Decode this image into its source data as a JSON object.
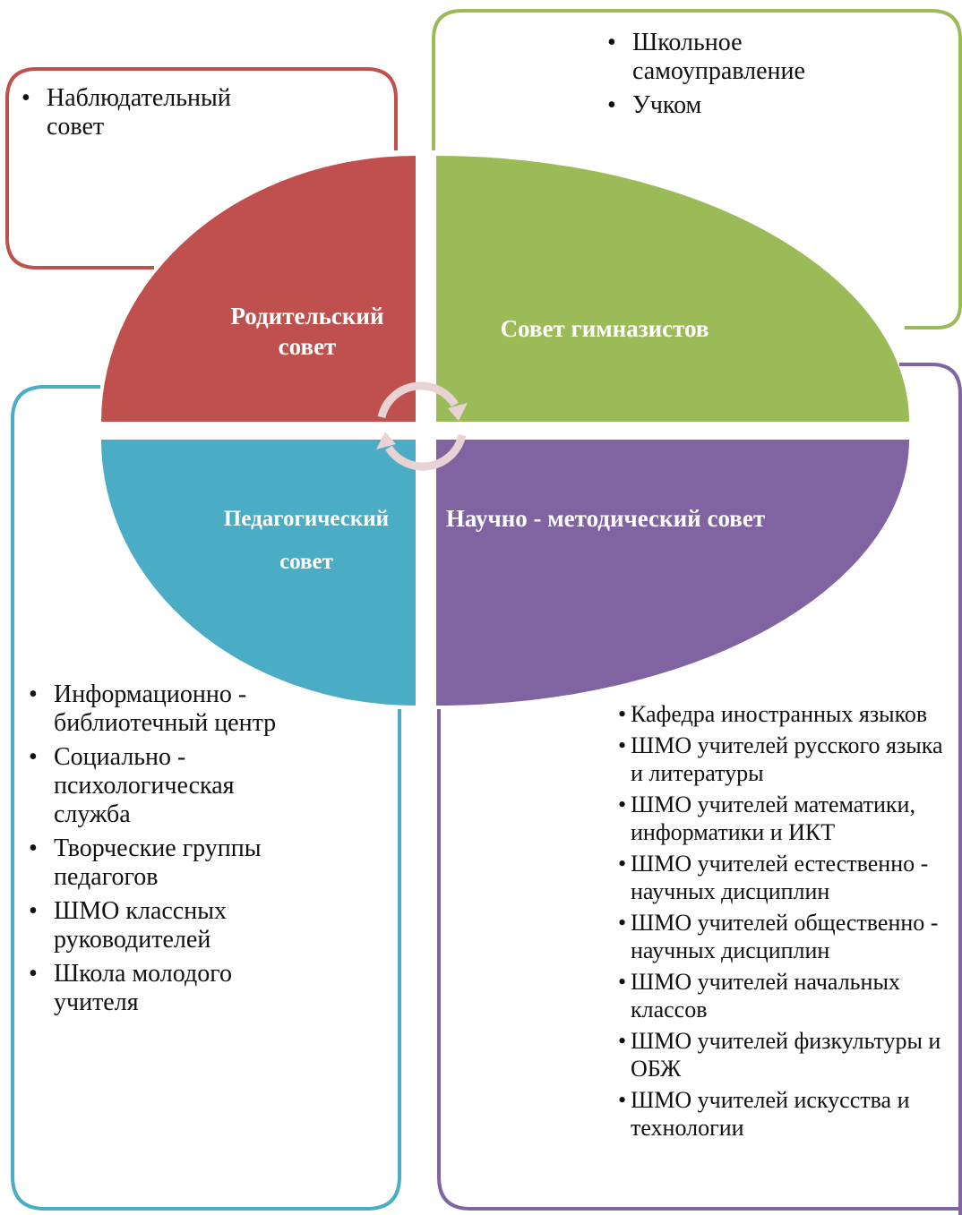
{
  "colors": {
    "red": "#C0504D",
    "green": "#9BBB59",
    "blue": "#4BACC6",
    "purple": "#8064A2",
    "cycle": "#E8D2D4"
  },
  "quadrants": {
    "parent": {
      "label": "Родительский совет"
    },
    "students": {
      "label": "Совет гимназистов"
    },
    "pedagogical": {
      "label": "Педагогический совет"
    },
    "methodical": {
      "label": "Научно - методический совет"
    }
  },
  "boxes": {
    "parent": {
      "items": [
        "Наблюдательный совет"
      ]
    },
    "students": {
      "items": [
        "Школьное самоуправление",
        "Учком"
      ]
    },
    "pedagogical": {
      "items": [
        "Информационно - библиотечный центр",
        "Социально - психологическая служба",
        "Творческие группы педагогов",
        "ШМО классных руководителей",
        "Школа молодого учителя"
      ]
    },
    "methodical": {
      "items": [
        "Кафедра иностранных языков",
        "ШМО учителей русского языка и литературы",
        "ШМО учителей математики, информатики и ИКТ",
        "ШМО учителей естественно - научных дисциплин",
        "ШМО учителей общественно - научных дисциплин",
        "ШМО учителей начальных классов",
        "ШМО учителей физкультуры и ОБЖ",
        "ШМО учителей искусства и технологии"
      ]
    }
  }
}
